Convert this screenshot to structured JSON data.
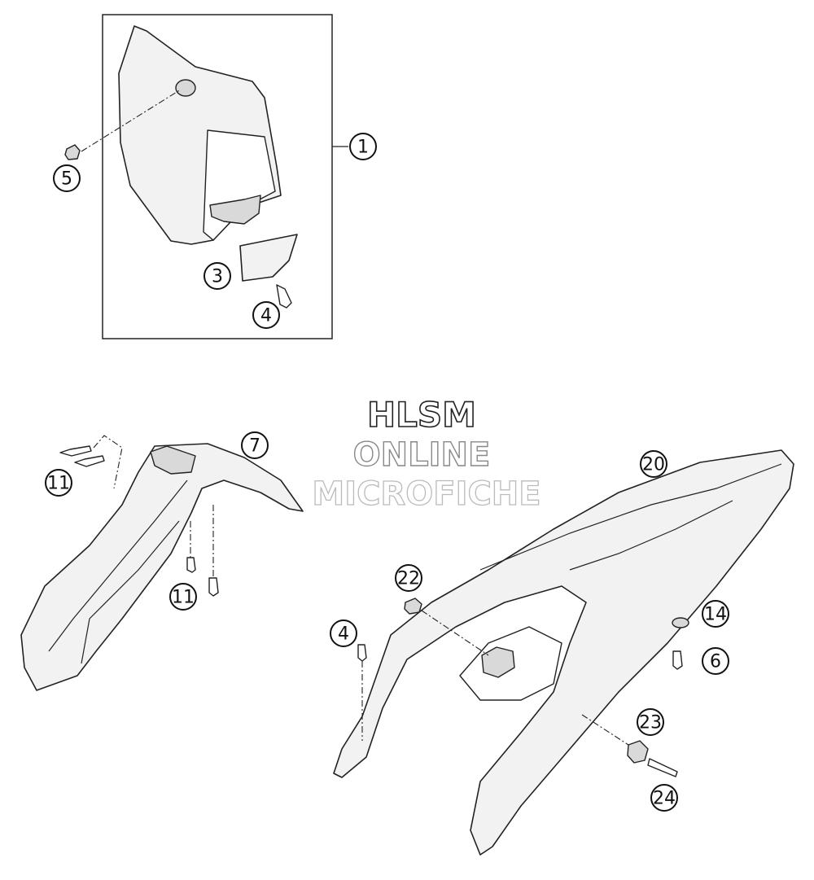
{
  "watermark": {
    "line1": "HLSM",
    "line2": "ONLINE",
    "line3": "MICROFICHE"
  },
  "callouts": [
    {
      "id": "c1",
      "label": "1"
    },
    {
      "id": "c3",
      "label": "3"
    },
    {
      "id": "c4a",
      "label": "4"
    },
    {
      "id": "c5",
      "label": "5"
    },
    {
      "id": "c7",
      "label": "7"
    },
    {
      "id": "c11a",
      "label": "11"
    },
    {
      "id": "c11b",
      "label": "11"
    },
    {
      "id": "c20",
      "label": "20"
    },
    {
      "id": "c22",
      "label": "22"
    },
    {
      "id": "c4b",
      "label": "4"
    },
    {
      "id": "c14",
      "label": "14"
    },
    {
      "id": "c6",
      "label": "6"
    },
    {
      "id": "c23",
      "label": "23"
    },
    {
      "id": "c24",
      "label": "24"
    }
  ]
}
